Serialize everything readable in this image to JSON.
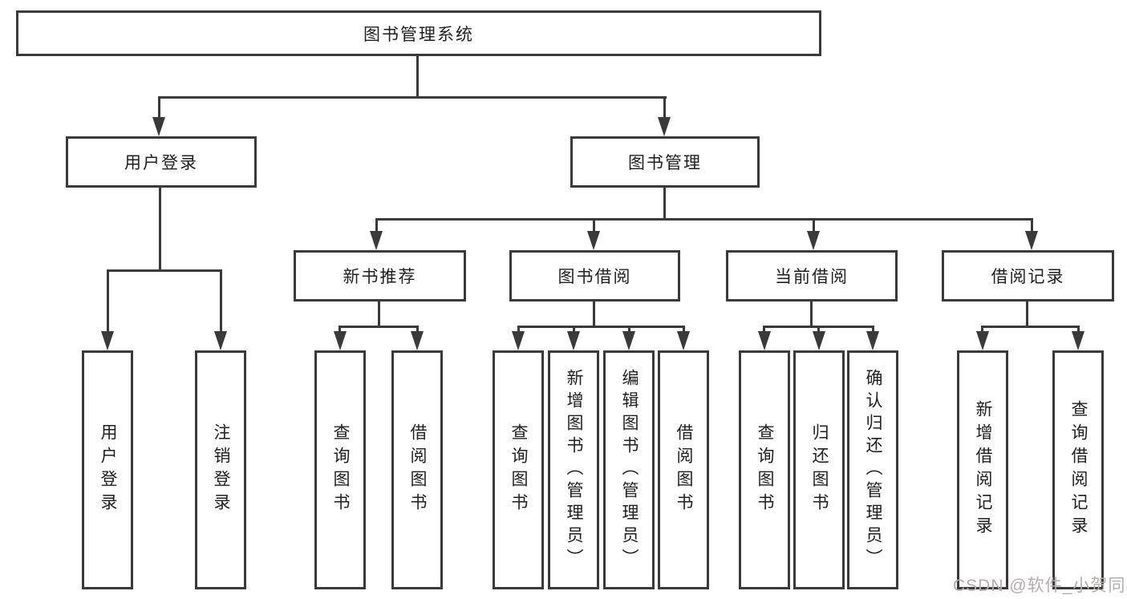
{
  "colors": {
    "line": "#3a3a3a",
    "text": "#1f1f1f",
    "watermark": "#b5adad",
    "background": "#ffffff"
  },
  "diagram": {
    "type": "tree",
    "root": {
      "label": "图书管理系统"
    },
    "level2": [
      {
        "id": "user-login",
        "label": "用户登录"
      },
      {
        "id": "book-management",
        "label": "图书管理"
      }
    ],
    "level3": [
      {
        "id": "new-book-recommend",
        "label": "新书推荐",
        "parent": "book-management"
      },
      {
        "id": "book-borrowing",
        "label": "图书借阅",
        "parent": "book-management"
      },
      {
        "id": "current-borrowing",
        "label": "当前借阅",
        "parent": "book-management"
      },
      {
        "id": "borrowing-records",
        "label": "借阅记录",
        "parent": "book-management"
      }
    ],
    "leaves": [
      {
        "id": "leaf-user-login",
        "label": "用户登录",
        "parent": "user-login"
      },
      {
        "id": "leaf-logout",
        "label": "注销登录",
        "parent": "user-login"
      },
      {
        "id": "leaf-query-books-a",
        "label": "查询图书",
        "parent": "new-book-recommend"
      },
      {
        "id": "leaf-borrow-books-a",
        "label": "借阅图书",
        "parent": "new-book-recommend"
      },
      {
        "id": "leaf-query-books-b",
        "label": "查询图书",
        "parent": "book-borrowing"
      },
      {
        "id": "leaf-add-books-admin",
        "label": "新增图书（管理员）",
        "parent": "book-borrowing"
      },
      {
        "id": "leaf-edit-books-admin",
        "label": "编辑图书（管理员）",
        "parent": "book-borrowing"
      },
      {
        "id": "leaf-borrow-books-b",
        "label": "借阅图书",
        "parent": "book-borrowing"
      },
      {
        "id": "leaf-query-books-c",
        "label": "查询图书",
        "parent": "current-borrowing"
      },
      {
        "id": "leaf-return-books",
        "label": "归还图书",
        "parent": "current-borrowing"
      },
      {
        "id": "leaf-confirm-return-admin",
        "label": "确认归还（管理员）",
        "parent": "current-borrowing"
      },
      {
        "id": "leaf-add-borrow-record",
        "label": "新增借阅记录",
        "parent": "borrowing-records"
      },
      {
        "id": "leaf-query-borrow-record",
        "label": "查询借阅记录",
        "parent": "borrowing-records"
      }
    ]
  },
  "watermark": {
    "text": "CSDN @软件_小贺同学"
  }
}
